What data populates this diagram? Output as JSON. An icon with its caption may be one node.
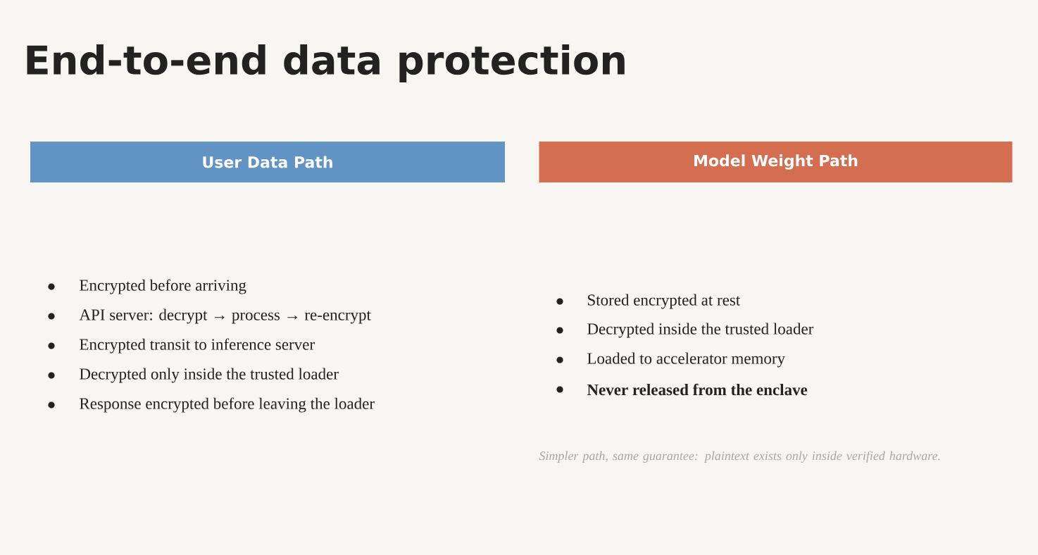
{
  "diagram": {
    "title": "End-to-end data protection",
    "nodes": [
      {
        "text": [
          "User Data Path"
        ]
      },
      {
        "text": [
          "Model Weight Path"
        ]
      }
    ],
    "labels": [
      "Encrypted before arriving",
      "API server: decrypt → process → re-encrypt",
      "Encrypted transit to inference server",
      "Decrypted only inside the trusted loader",
      "Response encrypted before leaving the loader",
      "Stored encrypted at rest",
      "Decrypted inside the trusted loader",
      "Loaded to accelerator memory",
      "Never released from the enclave",
      "Simpler path, same guarantee: plaintext exists only inside verified hardware."
    ]
  }
}
